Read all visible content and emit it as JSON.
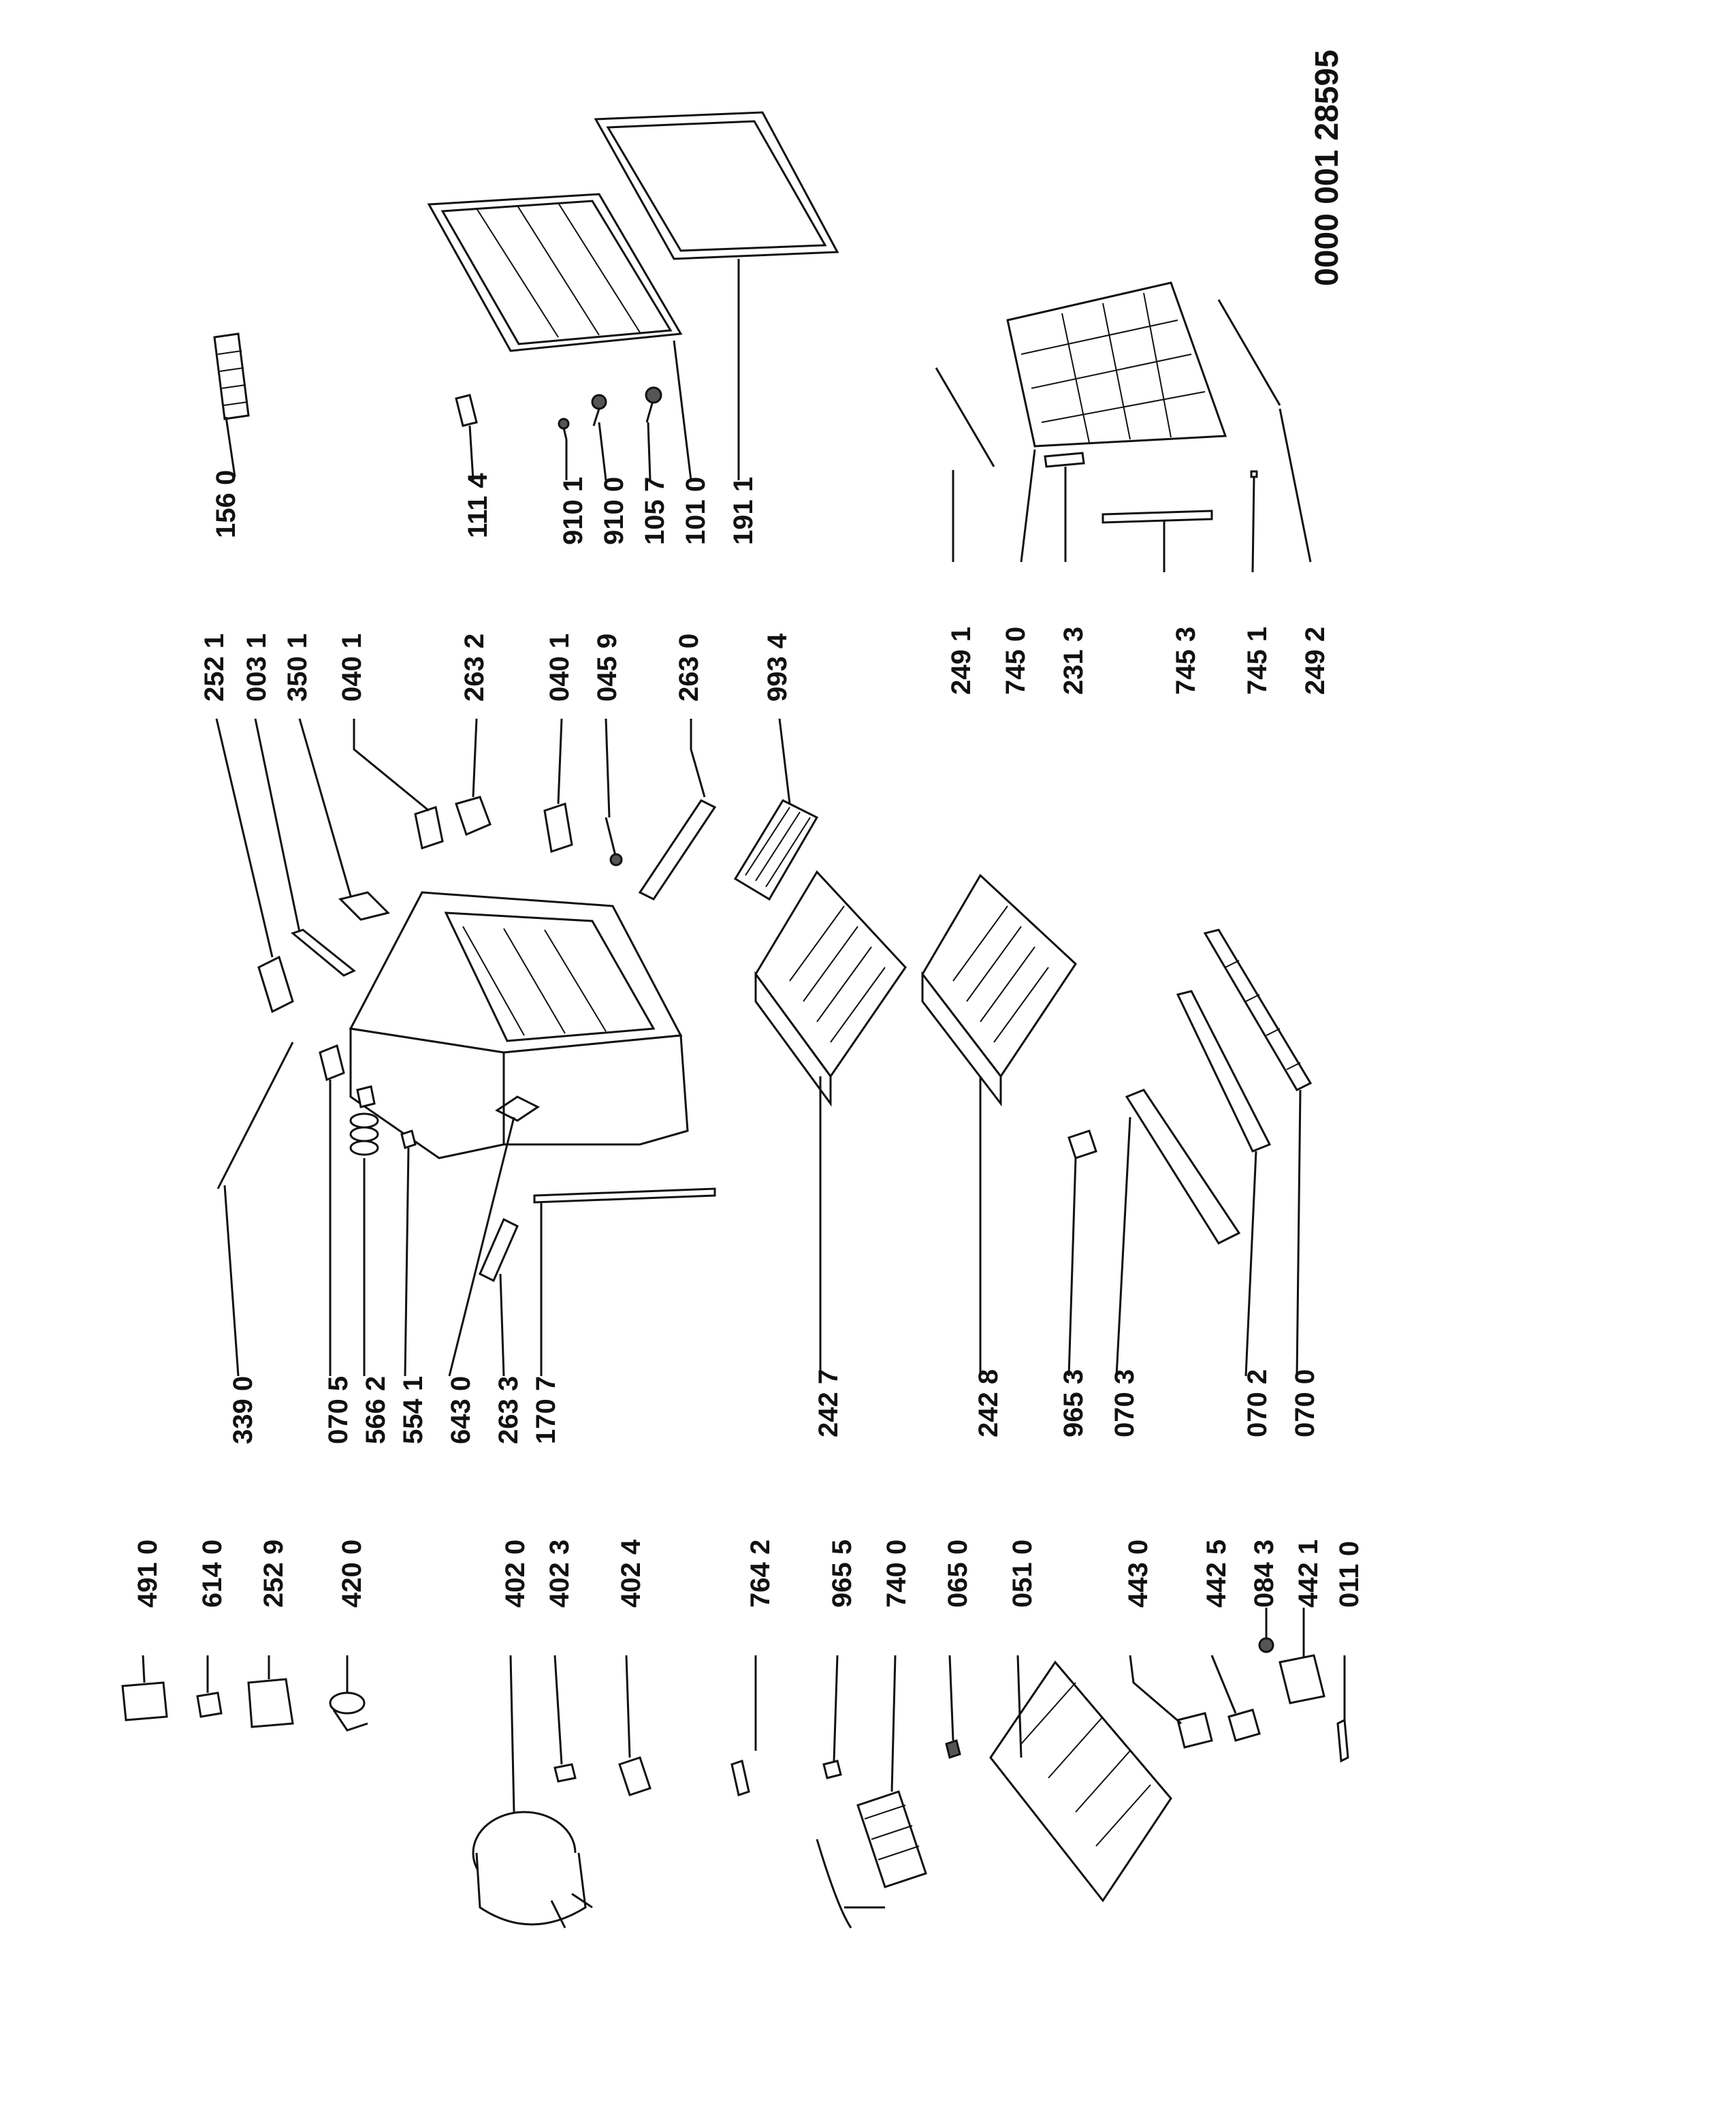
{
  "document_number": "0000 001 28595",
  "parts": {
    "p1560": "156 0",
    "p1114": "111 4",
    "p9101": "910 1",
    "p9100": "910 0",
    "p1057": "105 7",
    "p1010": "101 0",
    "p1911": "191 1",
    "p2521": "252 1",
    "p0031": "003 1",
    "p3501": "350 1",
    "p0401a": "040 1",
    "p2632": "263 2",
    "p0401b": "040 1",
    "p0459": "045 9",
    "p2630": "263 0",
    "p9934": "993 4",
    "p2491": "249 1",
    "p7450": "745 0",
    "p2313": "231 3",
    "p7453": "745 3",
    "p7451": "745 1",
    "p2492": "249 2",
    "p3390": "339 0",
    "p0705": "070 5",
    "p5662": "566 2",
    "p5541": "554 1",
    "p6430": "643 0",
    "p2633": "263 3",
    "p1707": "170 7",
    "p2427": "242 7",
    "p2428": "242 8",
    "p9653": "965 3",
    "p0703": "070 3",
    "p0702": "070 2",
    "p0700": "070 0",
    "p4910": "491 0",
    "p6140": "614 0",
    "p2529": "252 9",
    "p4200": "420 0",
    "p4020": "402 0",
    "p4023": "402 3",
    "p4024": "402 4",
    "p7642": "764 2",
    "p9655": "965 5",
    "p7400": "740 0",
    "p0650": "065 0",
    "p0510": "051 0",
    "p4430": "443 0",
    "p4425": "442 5",
    "p0843": "084 3",
    "p4421": "442 1",
    "p0110": "011 0"
  }
}
